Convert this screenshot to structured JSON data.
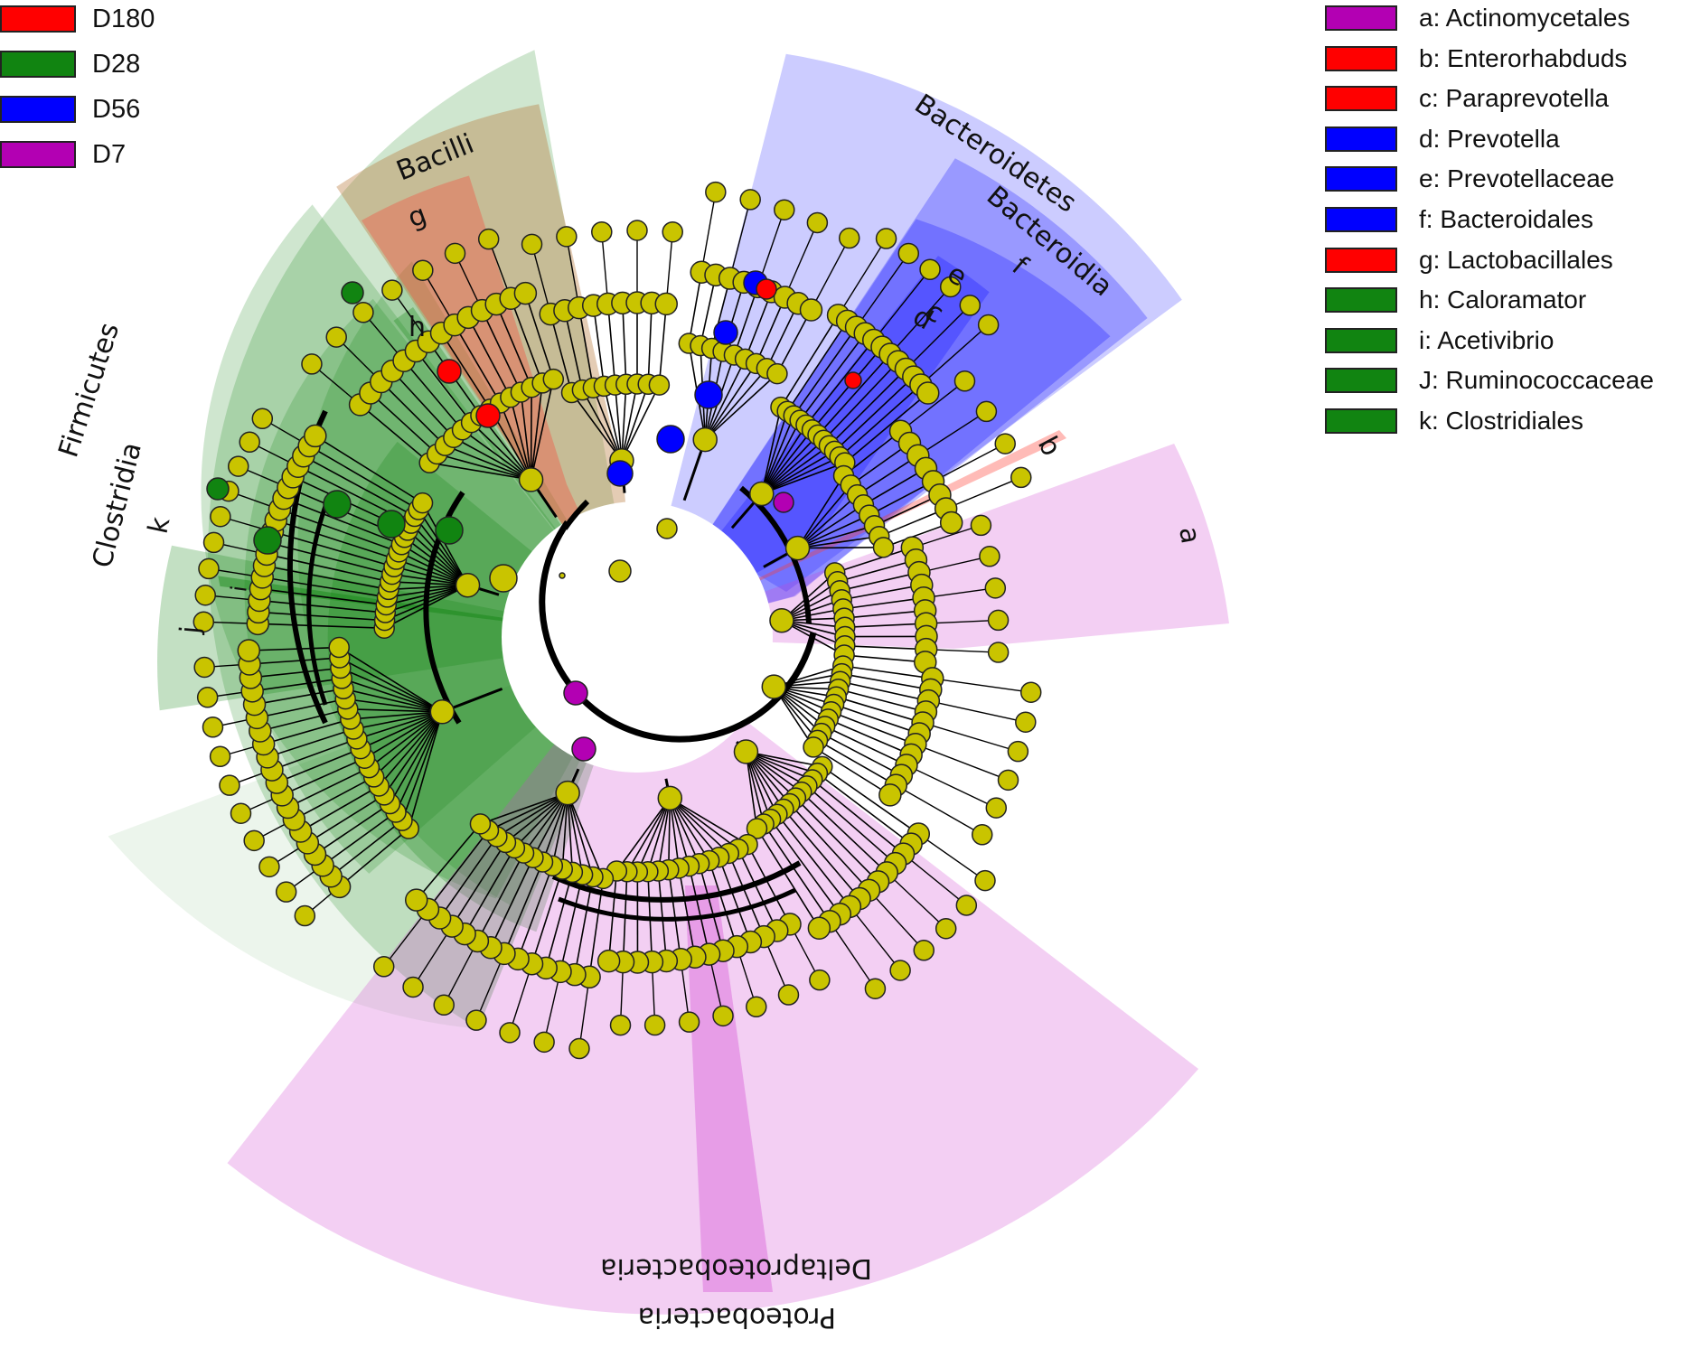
{
  "group_legend": [
    {
      "label": "D180",
      "color": "#ff0000"
    },
    {
      "label": "D28",
      "color": "#118411"
    },
    {
      "label": "D56",
      "color": "#0000ff"
    },
    {
      "label": "D7",
      "color": "#b300b3"
    }
  ],
  "taxa_legend": [
    {
      "label": "a: Actinomycetales",
      "color": "#b300b3"
    },
    {
      "label": "b: Enterorhabduds",
      "color": "#ff0000"
    },
    {
      "label": "c: Paraprevotella",
      "color": "#ff0000"
    },
    {
      "label": "d: Prevotella",
      "color": "#0000ff"
    },
    {
      "label": "e: Prevotellaceae",
      "color": "#0000ff"
    },
    {
      "label": "f: Bacteroidales",
      "color": "#0000ff"
    },
    {
      "label": "g: Lactobacillales",
      "color": "#ff0000"
    },
    {
      "label": "h: Caloramator",
      "color": "#118411"
    },
    {
      "label": "i: Acetivibrio",
      "color": "#118411"
    },
    {
      "label": "J: Ruminococcaceae",
      "color": "#118411"
    },
    {
      "label": "k: Clostridiales",
      "color": "#118411"
    }
  ],
  "clade_labels": {
    "firmicutes": "Firmicutes",
    "clostridia": "Clostridia",
    "bacilli": "Bacilli",
    "bacteroidetes": "Bacteroidetes",
    "bacteroidia": "Bacteroidia",
    "proteobacteria": "Proteobacteria",
    "deltaproteobacteria": "Deltaproteobacteria",
    "a": "a",
    "b": "b",
    "c": "c",
    "d": "d",
    "e": "e",
    "f": "f",
    "g": "g",
    "h": "h",
    "i": "i",
    "j": "j",
    "k": "k"
  },
  "colors": {
    "node_default": "#c9c400",
    "green_shade": "#118411",
    "red_shade": "#ff0000",
    "blue_shade": "#0000ff",
    "pink_shade": "#d040d0"
  }
}
